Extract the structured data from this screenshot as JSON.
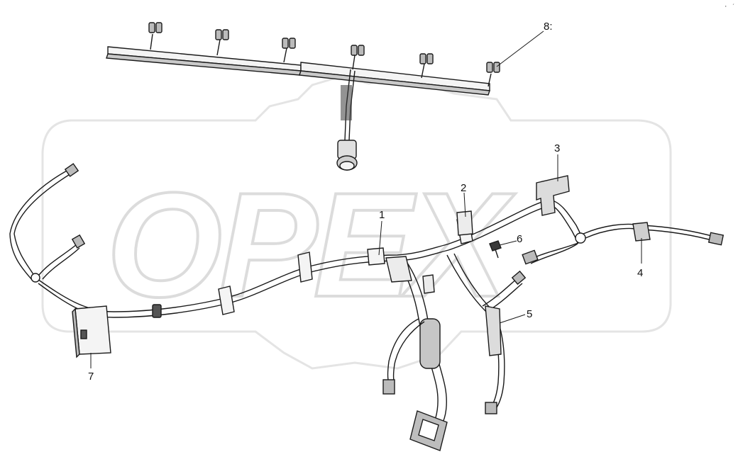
{
  "watermark": {
    "text": "OPEX",
    "color": "#e6e6e6"
  },
  "corner_mark": "· ′",
  "colors": {
    "line": "#1a1a1a",
    "part_fill": "#d8d8d8",
    "dark": "#3a3a3a"
  },
  "callouts": [
    {
      "id": "1",
      "label": "1"
    },
    {
      "id": "2",
      "label": "2"
    },
    {
      "id": "3",
      "label": "3"
    },
    {
      "id": "4",
      "label": "4"
    },
    {
      "id": "5",
      "label": "5"
    },
    {
      "id": "6",
      "label": "6"
    },
    {
      "id": "7",
      "label": "7"
    },
    {
      "id": "8",
      "label": "8:"
    }
  ]
}
